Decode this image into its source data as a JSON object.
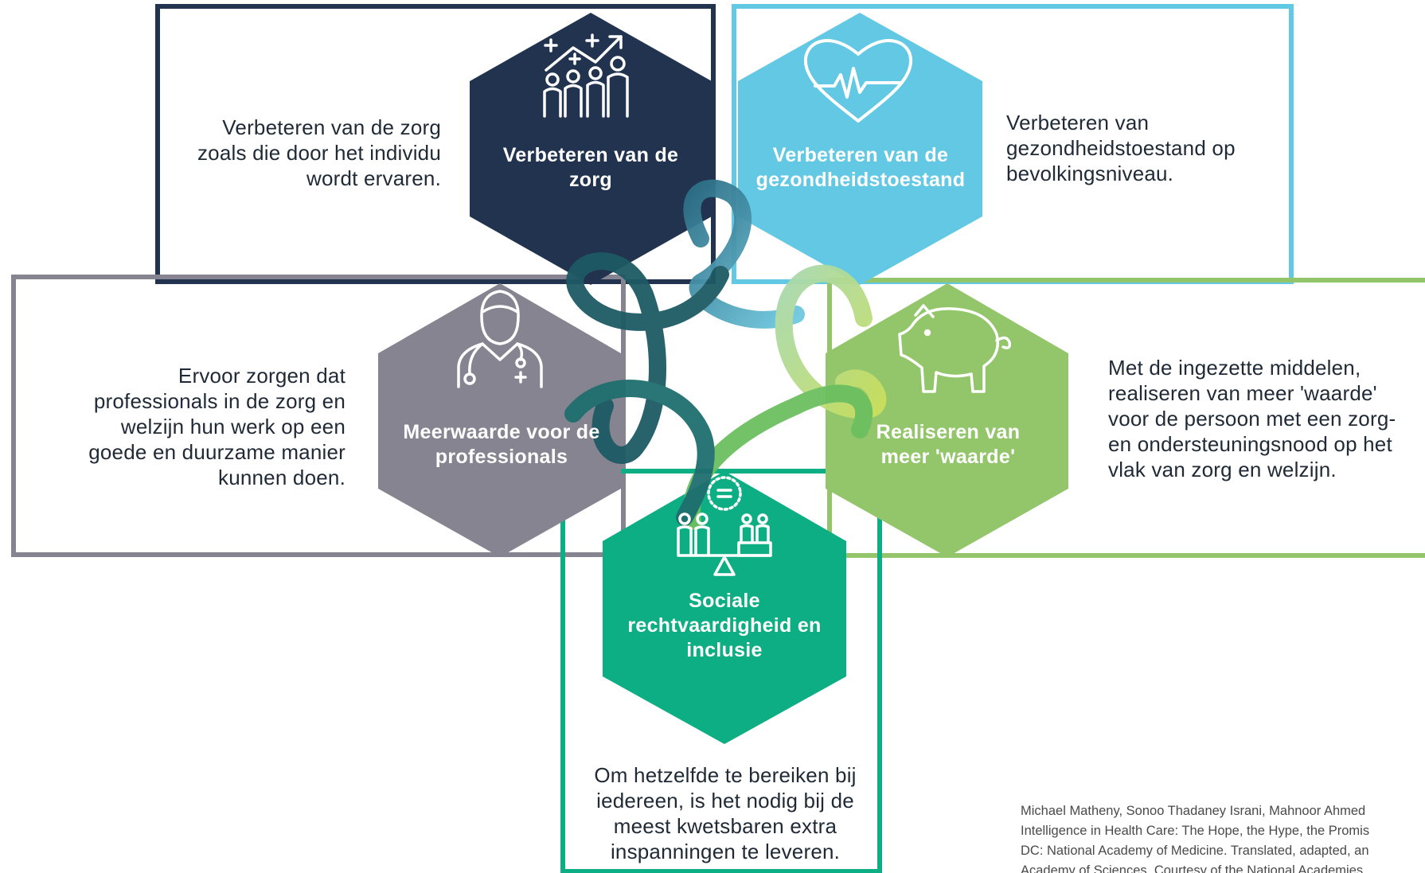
{
  "colors": {
    "navy": "#21334e",
    "light_blue": "#63c8e3",
    "gray": "#858490",
    "light_green": "#93c56a",
    "teal_green": "#0eae84",
    "text": "#1f2a36"
  },
  "pillars": [
    {
      "id": "zorg",
      "title": "Verbeteren van de zorg",
      "icon": "population-growth-icon",
      "description": "Verbeteren van de zorg zoals die door het individu wordt ervaren."
    },
    {
      "id": "gezondheid",
      "title": "Verbeteren van de gezondheidstoestand",
      "icon": "heart-pulse-icon",
      "description": "Verbeteren van gezondheidstoestand op bevolkingsniveau."
    },
    {
      "id": "professionals",
      "title": "Meerwaarde voor de professionals",
      "icon": "doctor-icon",
      "description": "Ervoor zorgen dat professionals in de zorg en welzijn hun werk op een goede en duurzame manier kunnen doen."
    },
    {
      "id": "waarde",
      "title": "Realiseren van meer 'waarde'",
      "icon": "piggy-bank-icon",
      "description": "Met de ingezette middelen, realiseren van meer 'waarde' voor de persoon met een zorg- en ondersteuningsnood op het vlak van zorg en welzijn."
    },
    {
      "id": "sociale",
      "title": "Sociale rechtvaardigheid en inclusie",
      "icon": "equity-balance-icon",
      "description": "Om hetzelfde te bereiken bij iedereen, is het nodig bij de meest kwetsbaren extra inspanningen te leveren."
    }
  ],
  "citation": "Michael Matheny, Sonoo Thadaney Israni, Mahnoor Ahmed\nIntelligence in Health Care: The Hope, the Hype, the Promis\nDC: National Academy of Medicine. Translated, adapted, an\nAcademy of Sciences. Courtesy of the National Academies"
}
